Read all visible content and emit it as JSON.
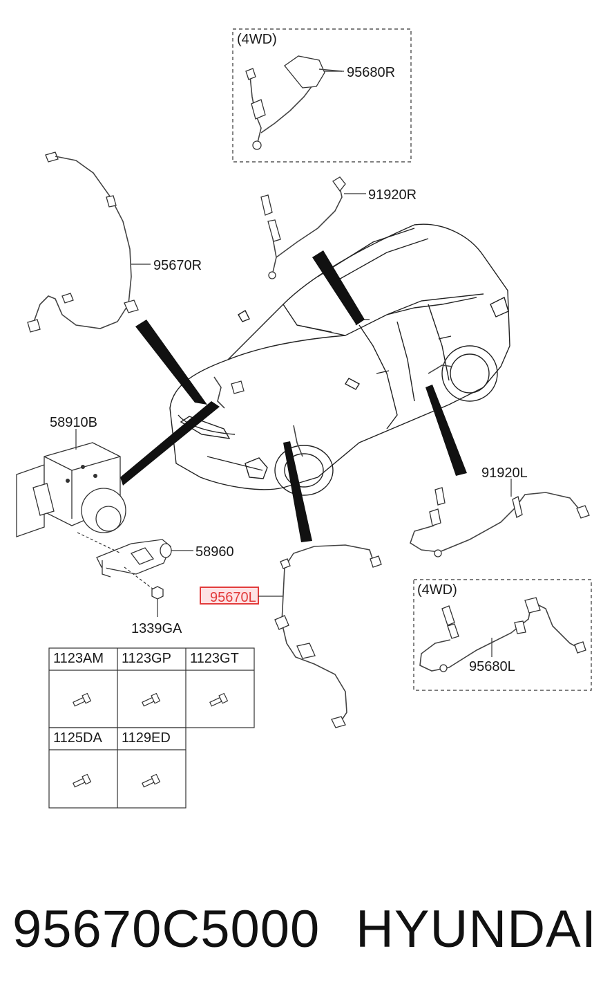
{
  "boxes": {
    "top_4wd_label": "(4WD)",
    "right_4wd_label": "(4WD)"
  },
  "parts": {
    "p95680R": "95680R",
    "p91920R": "91920R",
    "p95670R": "95670R",
    "p58910B": "58910B",
    "p58960": "58960",
    "p95670L": "95670L",
    "p1339GA": "1339GA",
    "p91920L": "91920L",
    "p95680L": "95680L"
  },
  "fastener_table": {
    "row1": [
      "1123AM",
      "1123GP",
      "1123GT"
    ],
    "row2": [
      "1125DA",
      "1129ED"
    ]
  },
  "highlight_color": "#e23b3b",
  "footer": {
    "part_number": "95670C5000",
    "brand": "HYUNDAI"
  }
}
